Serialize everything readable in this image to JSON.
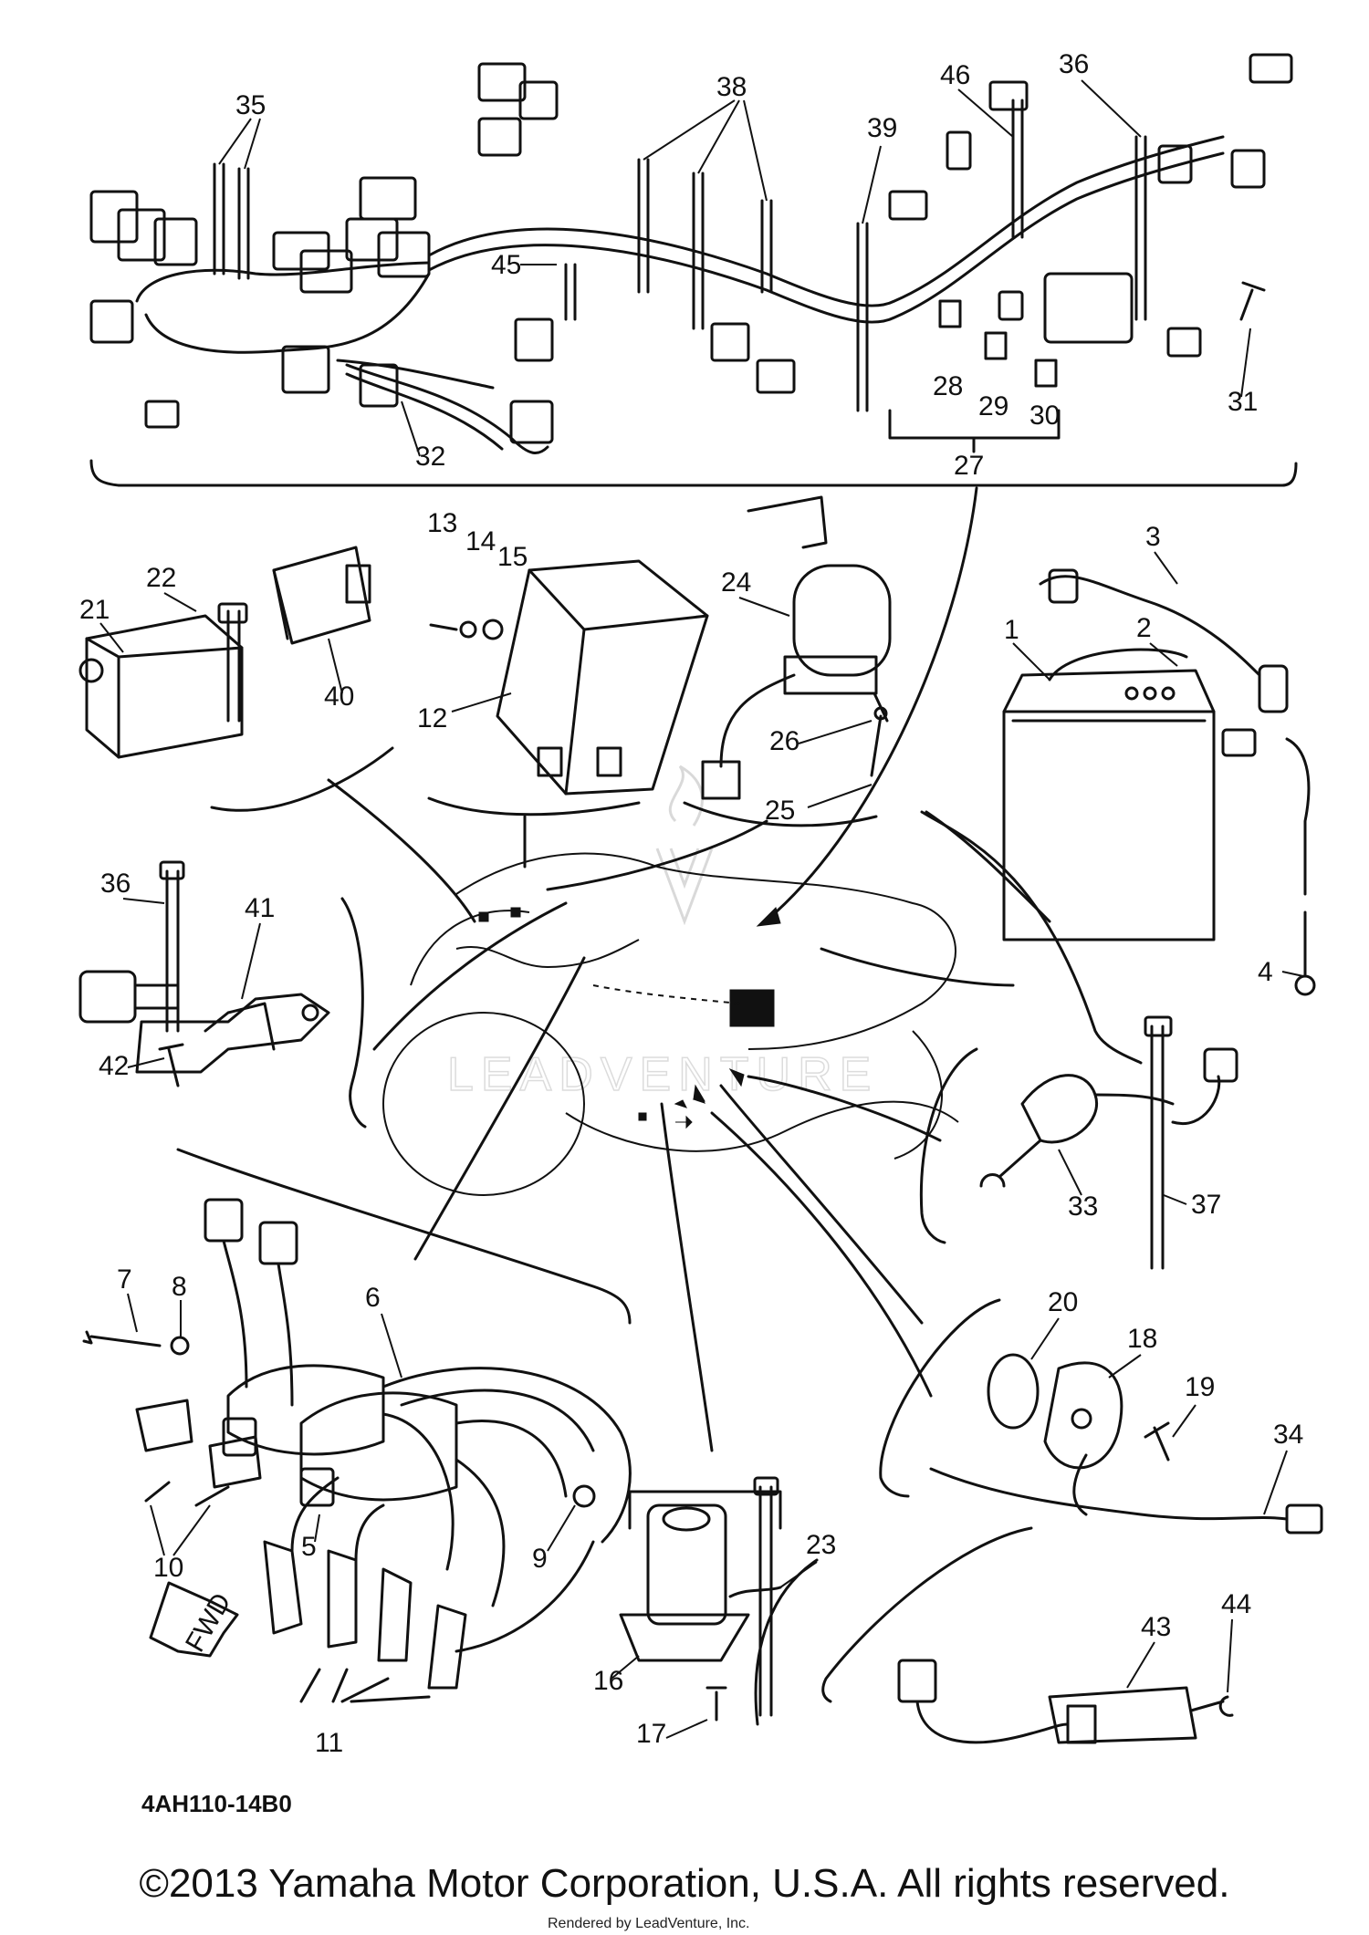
{
  "diagram": {
    "callouts": [
      "1",
      "2",
      "3",
      "4",
      "5",
      "6",
      "7",
      "8",
      "9",
      "10",
      "11",
      "12",
      "13",
      "14",
      "15",
      "16",
      "17",
      "18",
      "19",
      "20",
      "21",
      "22",
      "23",
      "24",
      "25",
      "26",
      "27",
      "28",
      "29",
      "30",
      "31",
      "32",
      "33",
      "34",
      "35",
      "36",
      "36",
      "37",
      "38",
      "39",
      "40",
      "41",
      "42",
      "43",
      "44",
      "45",
      "46"
    ],
    "fwd_label": "FWD",
    "diagram_code": "4AH110-14B0"
  },
  "watermark": {
    "text": "LEADVENTURE"
  },
  "footer": {
    "copyright": "©2013 Yamaha Motor Corporation, U.S.A. All rights reserved.",
    "rendered_by": "Rendered by LeadVenture, Inc."
  }
}
